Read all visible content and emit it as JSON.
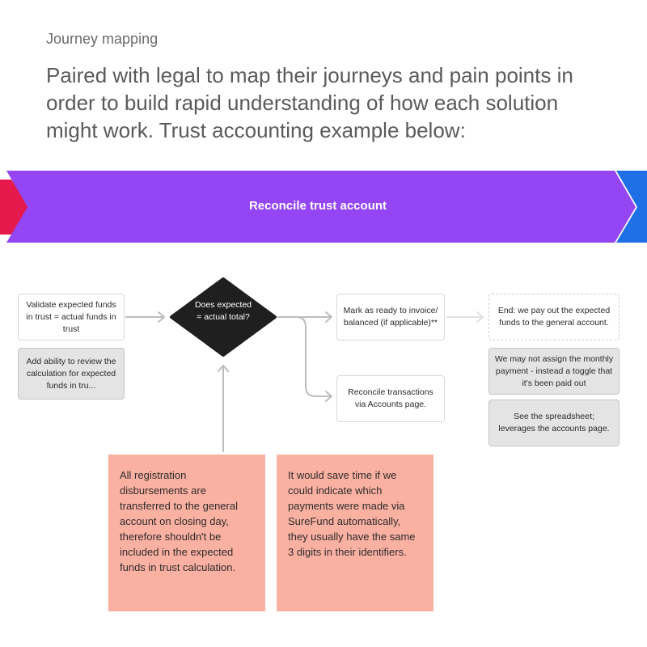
{
  "header": {
    "eyebrow": "Journey mapping",
    "intro": "Paired with legal to map their journeys and pain points in order to build rapid understanding of how each solution might work. Trust accounting example below:"
  },
  "stage": {
    "title": "Reconcile trust account",
    "color": "#9446f5",
    "prev_color": "#e5194b",
    "next_color": "#1f6fe6"
  },
  "flow": {
    "validate": "Validate expected funds in trust = actual funds in trust",
    "validate_note": "Add ability to review the calculation for expected funds in tru...",
    "decision": "Does expected = actual total?",
    "mark_ready": "Mark as ready to invoice/ balanced (if applicable)**",
    "reconcile_tx": "Reconcile transactions via Accounts page.",
    "end": "End: we pay out the expected funds to the general account.",
    "end_note_1": "We may not assign the monthly payment - instead a toggle that it's been paid out",
    "end_note_2": "See the spreadsheet; leverages the accounts page."
  },
  "stickies": {
    "pain_1": "All registration disbursements are transferred to the general account on closing day, therefore shouldn't be included in the expected funds in trust calculation.",
    "pain_2": "It would save time if we could indicate which payments were made via SureFund automatically, they usually have the same 3 digits in their identifiers."
  },
  "colors": {
    "sticky": "#fbb1a2",
    "decision": "#1f1f1f",
    "connector": "#bdbdbd"
  }
}
